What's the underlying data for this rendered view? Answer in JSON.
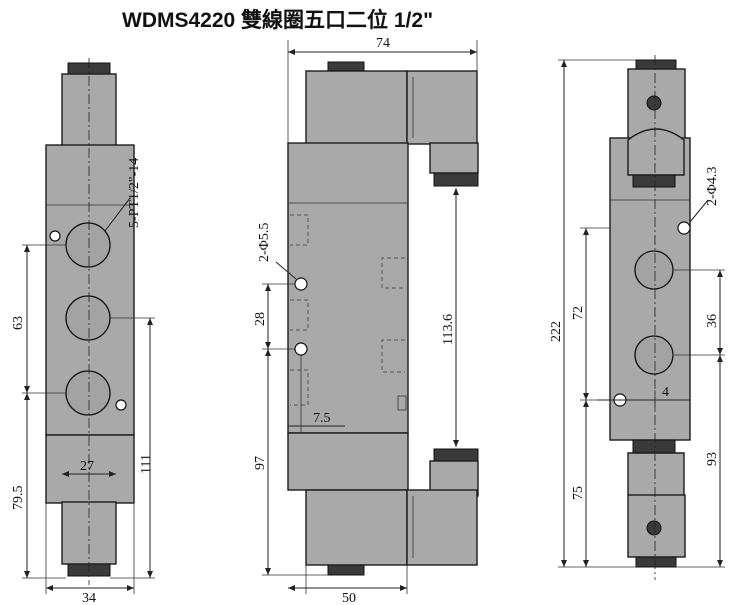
{
  "title": "WDMS4220 雙線圈五口二位 1/2\"",
  "left_view": {
    "callout_port": "5-PT1/2\"-14",
    "dim_width_top": "27",
    "dim_width_bottom": "34",
    "dim_pitch": "63",
    "dim_height_lower": "79.5",
    "dim_height_right": "111"
  },
  "middle_view": {
    "dim_total_width": "74",
    "dim_base_width": "50",
    "callout_hole": "2-Φ5.5",
    "dim_hole_pitch": "28",
    "dim_offset": "7.5",
    "dim_height_lower": "97",
    "dim_coil_span": "113.6"
  },
  "right_view": {
    "callout_hole": "2-Φ4.3",
    "dim_total_height": "222",
    "dim_upper": "72",
    "dim_port_pitch": "36",
    "dim_offset": "4",
    "dim_right_lower": "93",
    "dim_left_lower": "75"
  }
}
